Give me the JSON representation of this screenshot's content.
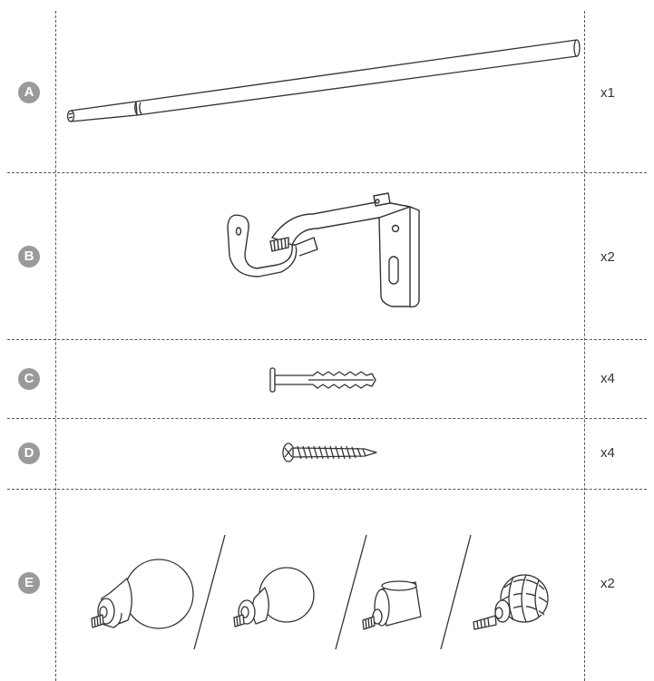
{
  "parts": [
    {
      "letter": "A",
      "quantity": "x1",
      "item": "curtain-rod"
    },
    {
      "letter": "B",
      "quantity": "x2",
      "item": "wall-bracket"
    },
    {
      "letter": "C",
      "quantity": "x4",
      "item": "wall-anchor"
    },
    {
      "letter": "D",
      "quantity": "x4",
      "item": "screw"
    },
    {
      "letter": "E",
      "quantity": "x2",
      "item": "finial",
      "variants": [
        "ball-finial-large",
        "ball-finial-small",
        "cylinder-finial",
        "cage-finial"
      ]
    }
  ],
  "colors": {
    "badge": "#9a9a9a",
    "line": "#333333",
    "divider": "#555555"
  }
}
